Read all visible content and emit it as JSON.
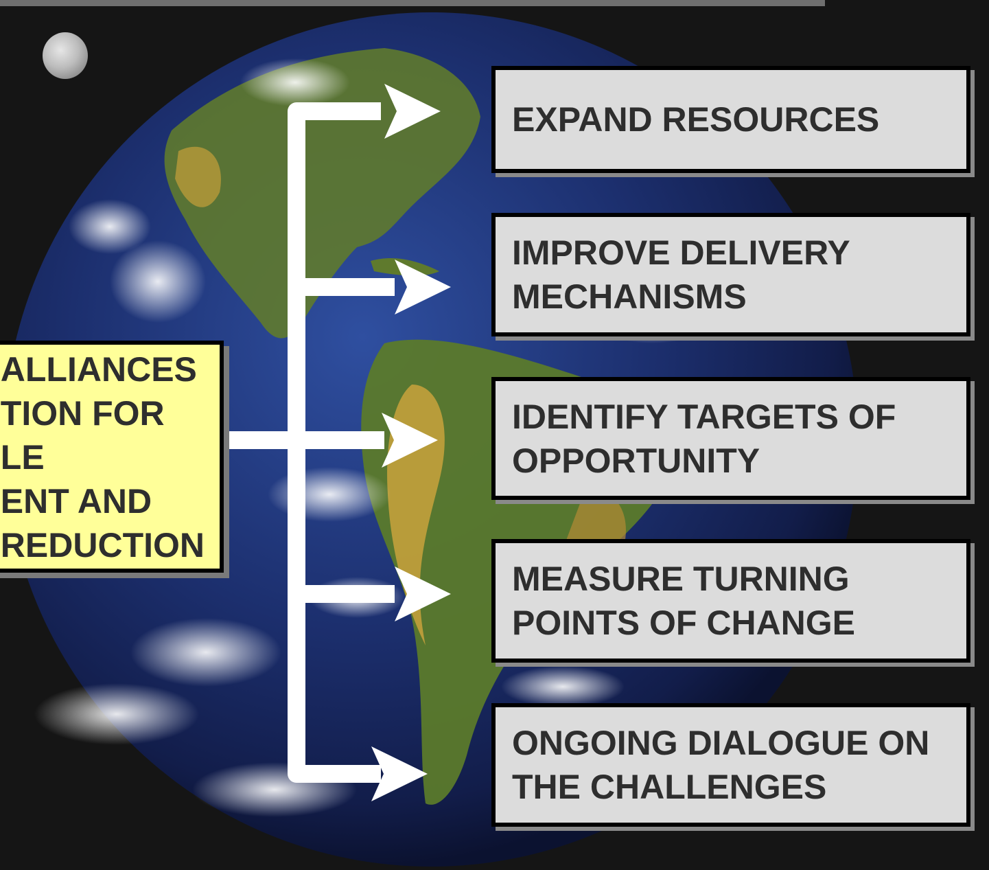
{
  "main_box": {
    "text": "ALLIANCES\nTION FOR\nLE\nENT AND\nREDUCTION"
  },
  "steps": [
    {
      "label": "EXPAND RESOURCES"
    },
    {
      "label": "IMPROVE DELIVERY\nMECHANISMS"
    },
    {
      "label": "IDENTIFY TARGETS OF\nOPPORTUNITY"
    },
    {
      "label": "MEASURE TURNING\nPOINTS OF CHANGE"
    },
    {
      "label": "ONGOING DIALOGUE ON\nTHE CHALLENGES"
    }
  ],
  "colors": {
    "background": "#151515",
    "main_box_fill": "#ffff99",
    "step_box_fill": "#dcdcdc",
    "text": "#2e2e2e",
    "arrows": "#ffffff"
  }
}
